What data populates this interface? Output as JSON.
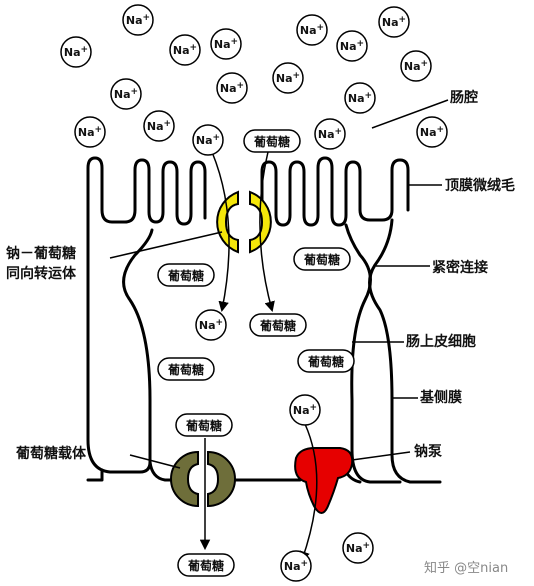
{
  "labels": {
    "lumen": "肠腔",
    "microvilli": "顶膜微绒毛",
    "cotransporter_line1": "钠－葡萄糖",
    "cotransporter_line2": "同向转运体",
    "tight_junction": "紧密连接",
    "epithelial_cell": "肠上皮细胞",
    "basolateral_membrane": "基侧膜",
    "glucose_carrier": "葡萄糖载体",
    "sodium_pump": "钠泵"
  },
  "molecules": {
    "sodium": "Na+",
    "glucose": "葡萄糖"
  },
  "colors": {
    "cotransporter": "#f4e60a",
    "glucose_carrier": "#6e6e3a",
    "sodium_pump": "#e60000",
    "membrane": "#000000"
  },
  "watermark": "知乎 @空nian"
}
